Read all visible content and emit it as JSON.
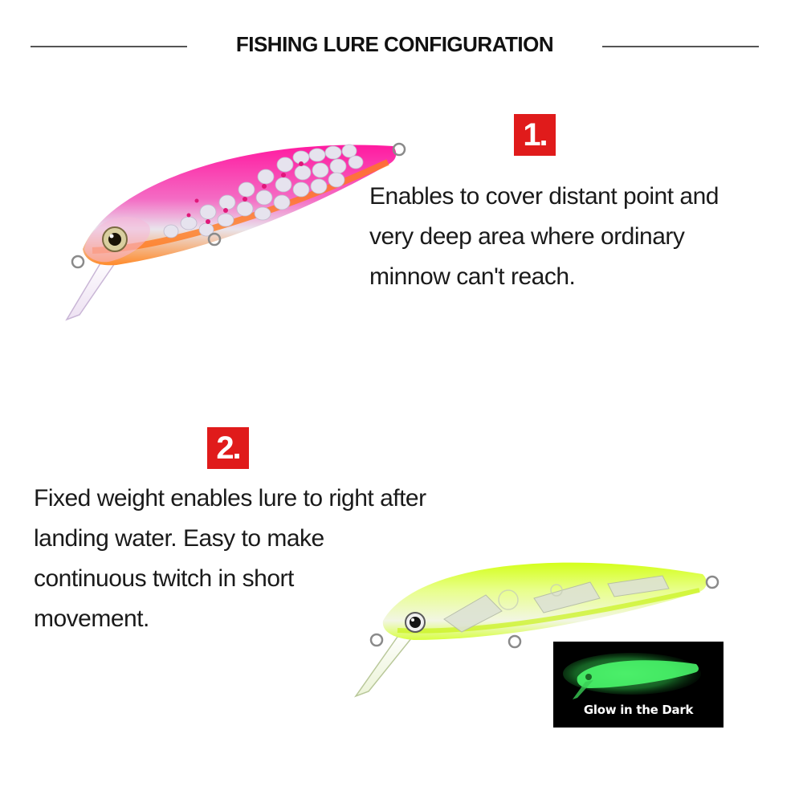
{
  "header": {
    "title": "FISHING LURE CONFIGURATION"
  },
  "features": [
    {
      "number": "1.",
      "lines": [
        "Enables to cover distant point and",
        "very deep area where ordinary",
        "minnow can't reach."
      ],
      "lure_color": "#ff2aa8",
      "belly_color": "#ff8c2a"
    },
    {
      "number": "2.",
      "lines": [
        "Fixed weight enables lure to right after",
        "landing water. Easy to make",
        "continuous twitch in short",
        "movement."
      ],
      "lure_color": "#d8ff1a"
    }
  ],
  "glow_inset": {
    "caption": "Glow in the Dark",
    "glow_color": "#3dff6a"
  },
  "colors": {
    "badge": "#e01b1b",
    "rule": "#555555",
    "text": "#1a1a1a"
  }
}
